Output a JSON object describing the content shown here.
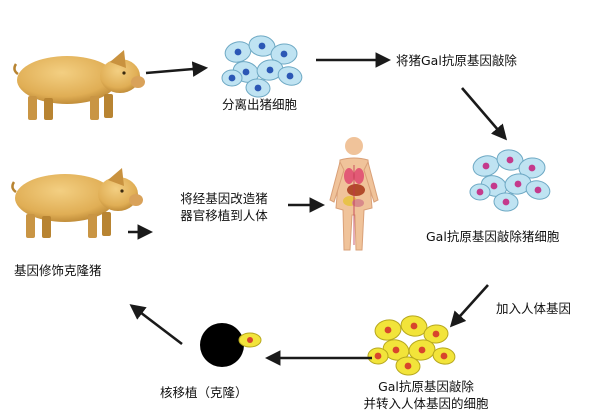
{
  "labels": {
    "isolate": "分离出猪细胞",
    "knockout": "将猪Gal抗原基因敲除",
    "knockout_cells": "Gal抗原基因敲除猪细胞",
    "add_human": "加入人体基因",
    "transgenic_line1": "Gal抗原基因敲除",
    "transgenic_line2": "并转入人体基因的细胞",
    "nuclear_transfer": "核移植（克隆）",
    "cloned_pig": "基因修饰克隆猪",
    "transplant_line1": "将经基因改造猪",
    "transplant_line2": "器官移植到人体"
  },
  "colors": {
    "pig_body": "#e3b45c",
    "pig_shadow": "#b88432",
    "normal_cell": "#bfe3f2",
    "normal_nucleus": "#2b57b5",
    "knockout_nucleus": "#c43a8c",
    "transgenic_cell": "#f2e43a",
    "transgenic_nucleus": "#d8452c",
    "arrow": "#1a1a1a",
    "egg": "#000000"
  },
  "icons": [
    "pig-icon",
    "cell-cluster-icon",
    "human-body-icon",
    "egg-cell-icon"
  ]
}
